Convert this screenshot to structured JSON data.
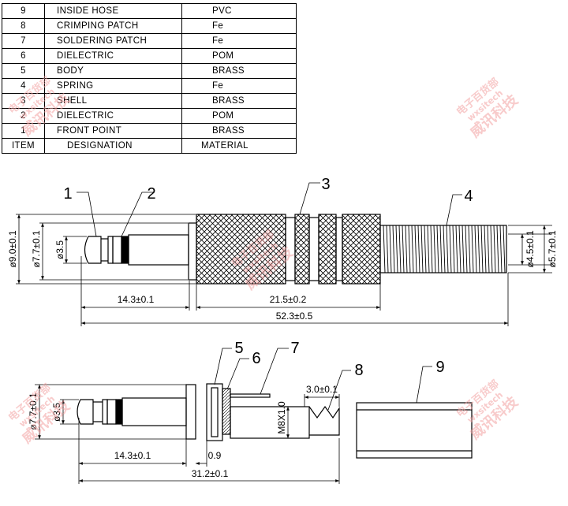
{
  "bom": {
    "header": {
      "item": "ITEM",
      "designation": "DESIGNATION",
      "material": "MATERIAL"
    },
    "rows": [
      {
        "item": "9",
        "designation": "INSIDE  HOSE",
        "material": "PVC"
      },
      {
        "item": "8",
        "designation": "CRIMPING  PATCH",
        "material": "Fe"
      },
      {
        "item": "7",
        "designation": "SOLDERING  PATCH",
        "material": "Fe"
      },
      {
        "item": "6",
        "designation": "DIELECTRIC",
        "material": "POM"
      },
      {
        "item": "5",
        "designation": "BODY",
        "material": "BRASS"
      },
      {
        "item": "4",
        "designation": "SPRING",
        "material": "Fe"
      },
      {
        "item": "3",
        "designation": "SHELL",
        "material": "BRASS"
      },
      {
        "item": "2",
        "designation": "DIELECTRIC",
        "material": "POM"
      },
      {
        "item": "1",
        "designation": "FRONT  POINT",
        "material": "BRASS"
      }
    ]
  },
  "top_view": {
    "callouts": [
      "1",
      "2",
      "3",
      "4"
    ],
    "dims": {
      "dia_9": "ø9.0±0.1",
      "dia_77": "ø7.7±0.1",
      "dia_35": "ø3.5",
      "dia_45": "ø4.5±0.1",
      "dia_57": "ø5.7±0.1",
      "len_143": "14.3±0.1",
      "len_215": "21.5±0.2",
      "len_523": "52.3±0.5"
    }
  },
  "bottom_view": {
    "callouts": [
      "5",
      "6",
      "7",
      "8",
      "9"
    ],
    "dims": {
      "dia_77": "ø7.7±0.1",
      "dia_35": "ø3.5",
      "thread": "M8X1.0",
      "gap_30": "3.0±0.1",
      "len_143": "14.3±0.1",
      "len_09": "0.9",
      "len_312": "31.2±0.1"
    }
  },
  "watermark": {
    "cn_name": "威讯科技",
    "latin": "wxsitech",
    "cn_sub": "电子百货部"
  },
  "colors": {
    "watermark": "#f2a0a0",
    "line": "#000000"
  }
}
